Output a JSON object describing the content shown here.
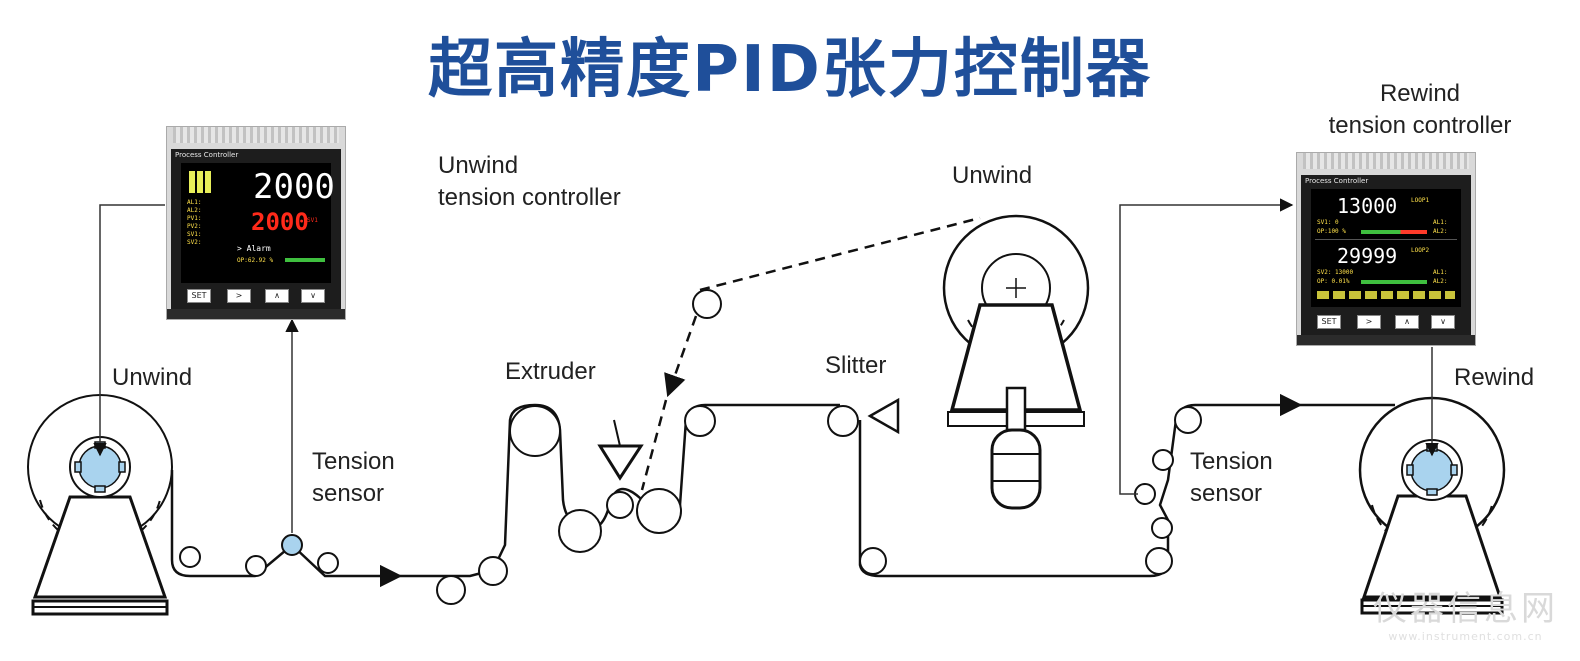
{
  "title": "超高精度PID张力控制器",
  "labels": {
    "unwind_controller": [
      "Unwind",
      "tension controller"
    ],
    "rewind_controller": [
      "Rewind",
      "tension controller"
    ],
    "unwind_left": "Unwind",
    "unwind_right": "Unwind",
    "rewind": "Rewind",
    "tension_sensor_left": [
      "Tension",
      "sensor"
    ],
    "tension_sensor_right": [
      "Tension",
      "sensor"
    ],
    "extruder": "Extruder",
    "slitter": "Slitter"
  },
  "controller_left": {
    "header": "Process Controller",
    "pv": "2000",
    "sv": "2000",
    "sv_tag": "SV1",
    "alarm": "> Alarm",
    "op": "OP:62.92 %",
    "buttons": [
      "SET",
      ">",
      "∧",
      "∨"
    ]
  },
  "controller_right": {
    "header": "Process Controller",
    "loop1_value": "13000",
    "loop1_tag": "LOOP1",
    "sv1": "SV1: 0",
    "op1": "OP:100 %",
    "al1": "AL1:",
    "al2": "AL2:",
    "loop2_value": "29999",
    "loop2_tag": "LOOP2",
    "sv2": "SV2: 13000",
    "op2": "OP: 0.01%",
    "buttons": [
      "SET",
      ">",
      "∧",
      "∨"
    ]
  },
  "watermark": {
    "text": "仪器信息网",
    "url": "www.instrument.com.cn"
  },
  "colors": {
    "title": "#1f4f9a",
    "hub": "#a9d3ee",
    "line": "#111111"
  }
}
